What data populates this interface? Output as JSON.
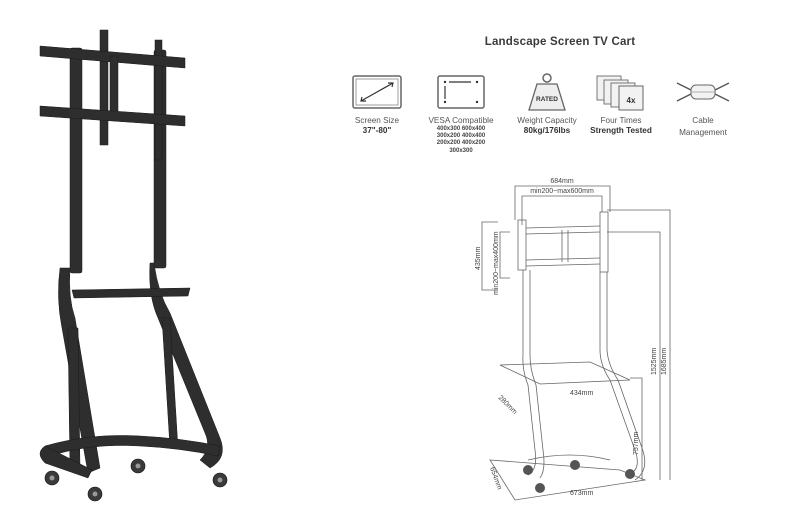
{
  "header": {
    "title": "Landscape Screen TV Cart"
  },
  "features": [
    {
      "icon": "screen-size-icon",
      "label": "Screen Size",
      "value": "37\"-80\""
    },
    {
      "icon": "vesa-icon",
      "label": "VESA Compatible",
      "values": [
        "400x300 600x400",
        "300x200 400x400",
        "200x200 400x200",
        "300x300"
      ]
    },
    {
      "icon": "weight-icon",
      "icon_text": "RATED",
      "label": "Weight Capacity",
      "value": "80kg/176lbs"
    },
    {
      "icon": "strength-test-icon",
      "icon_text": "4x",
      "label": "Four Times",
      "value": "Strength Tested"
    },
    {
      "icon": "cable-management-icon",
      "label": "Cable",
      "value_plain": "Management"
    }
  ],
  "diagram": {
    "dimensions": {
      "mount_width": "684mm",
      "vesa_horizontal": "min200~max600mm",
      "mount_height": "435mm",
      "vesa_vertical": "min200~max400mm",
      "shelf_depth": "280mm",
      "shelf_width": "434mm",
      "center_height": "1525mm",
      "total_height": "1685mm",
      "shelf_height": "757mm",
      "base_depth": "654mm",
      "base_width": "673mm"
    }
  },
  "colors": {
    "frame": "#2b2b2b",
    "line": "#555555",
    "text": "#333333"
  }
}
